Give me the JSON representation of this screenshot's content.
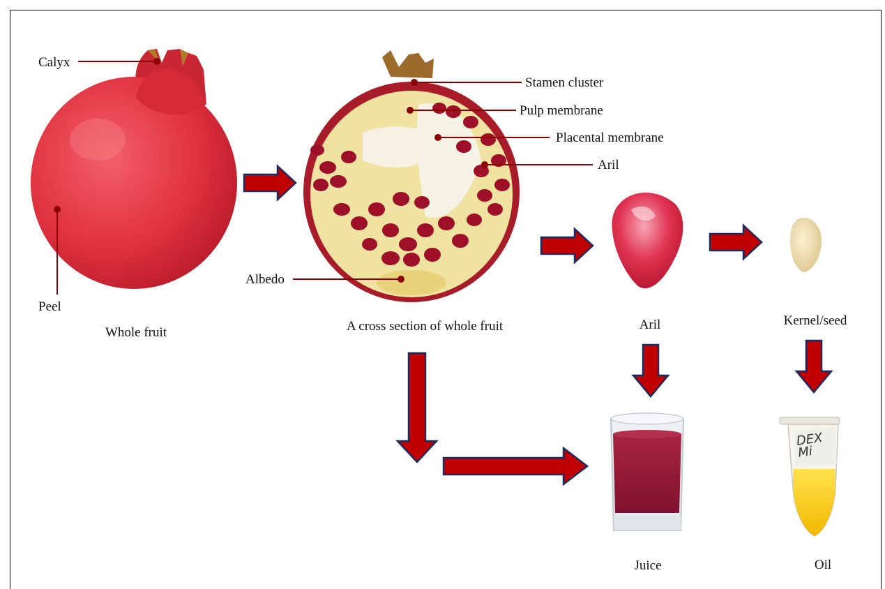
{
  "labels": {
    "calyx": "Calyx",
    "peel": "Peel",
    "stamen_cluster": "Stamen cluster",
    "pulp_membrane": "Pulp membrane",
    "placental_membrane": "Placental membrane",
    "aril_part": "Aril",
    "albedo": "Albedo"
  },
  "captions": {
    "whole_fruit": "Whole fruit",
    "cross_section": "A cross section of whole fruit",
    "aril": "Aril",
    "kernel": "Kernel/seed",
    "juice": "Juice",
    "oil": "Oil"
  },
  "tube_label": "DEX Mi",
  "colors": {
    "arrow_fill": "#c00000",
    "arrow_stroke": "#1f2a5c",
    "leader_line": "#8b0000",
    "pomegranate": "#e0323f",
    "aril": "#d41f3c",
    "juice": "#9b1b3a",
    "oil": "#f5c400",
    "seed": "#f2dfb0"
  }
}
